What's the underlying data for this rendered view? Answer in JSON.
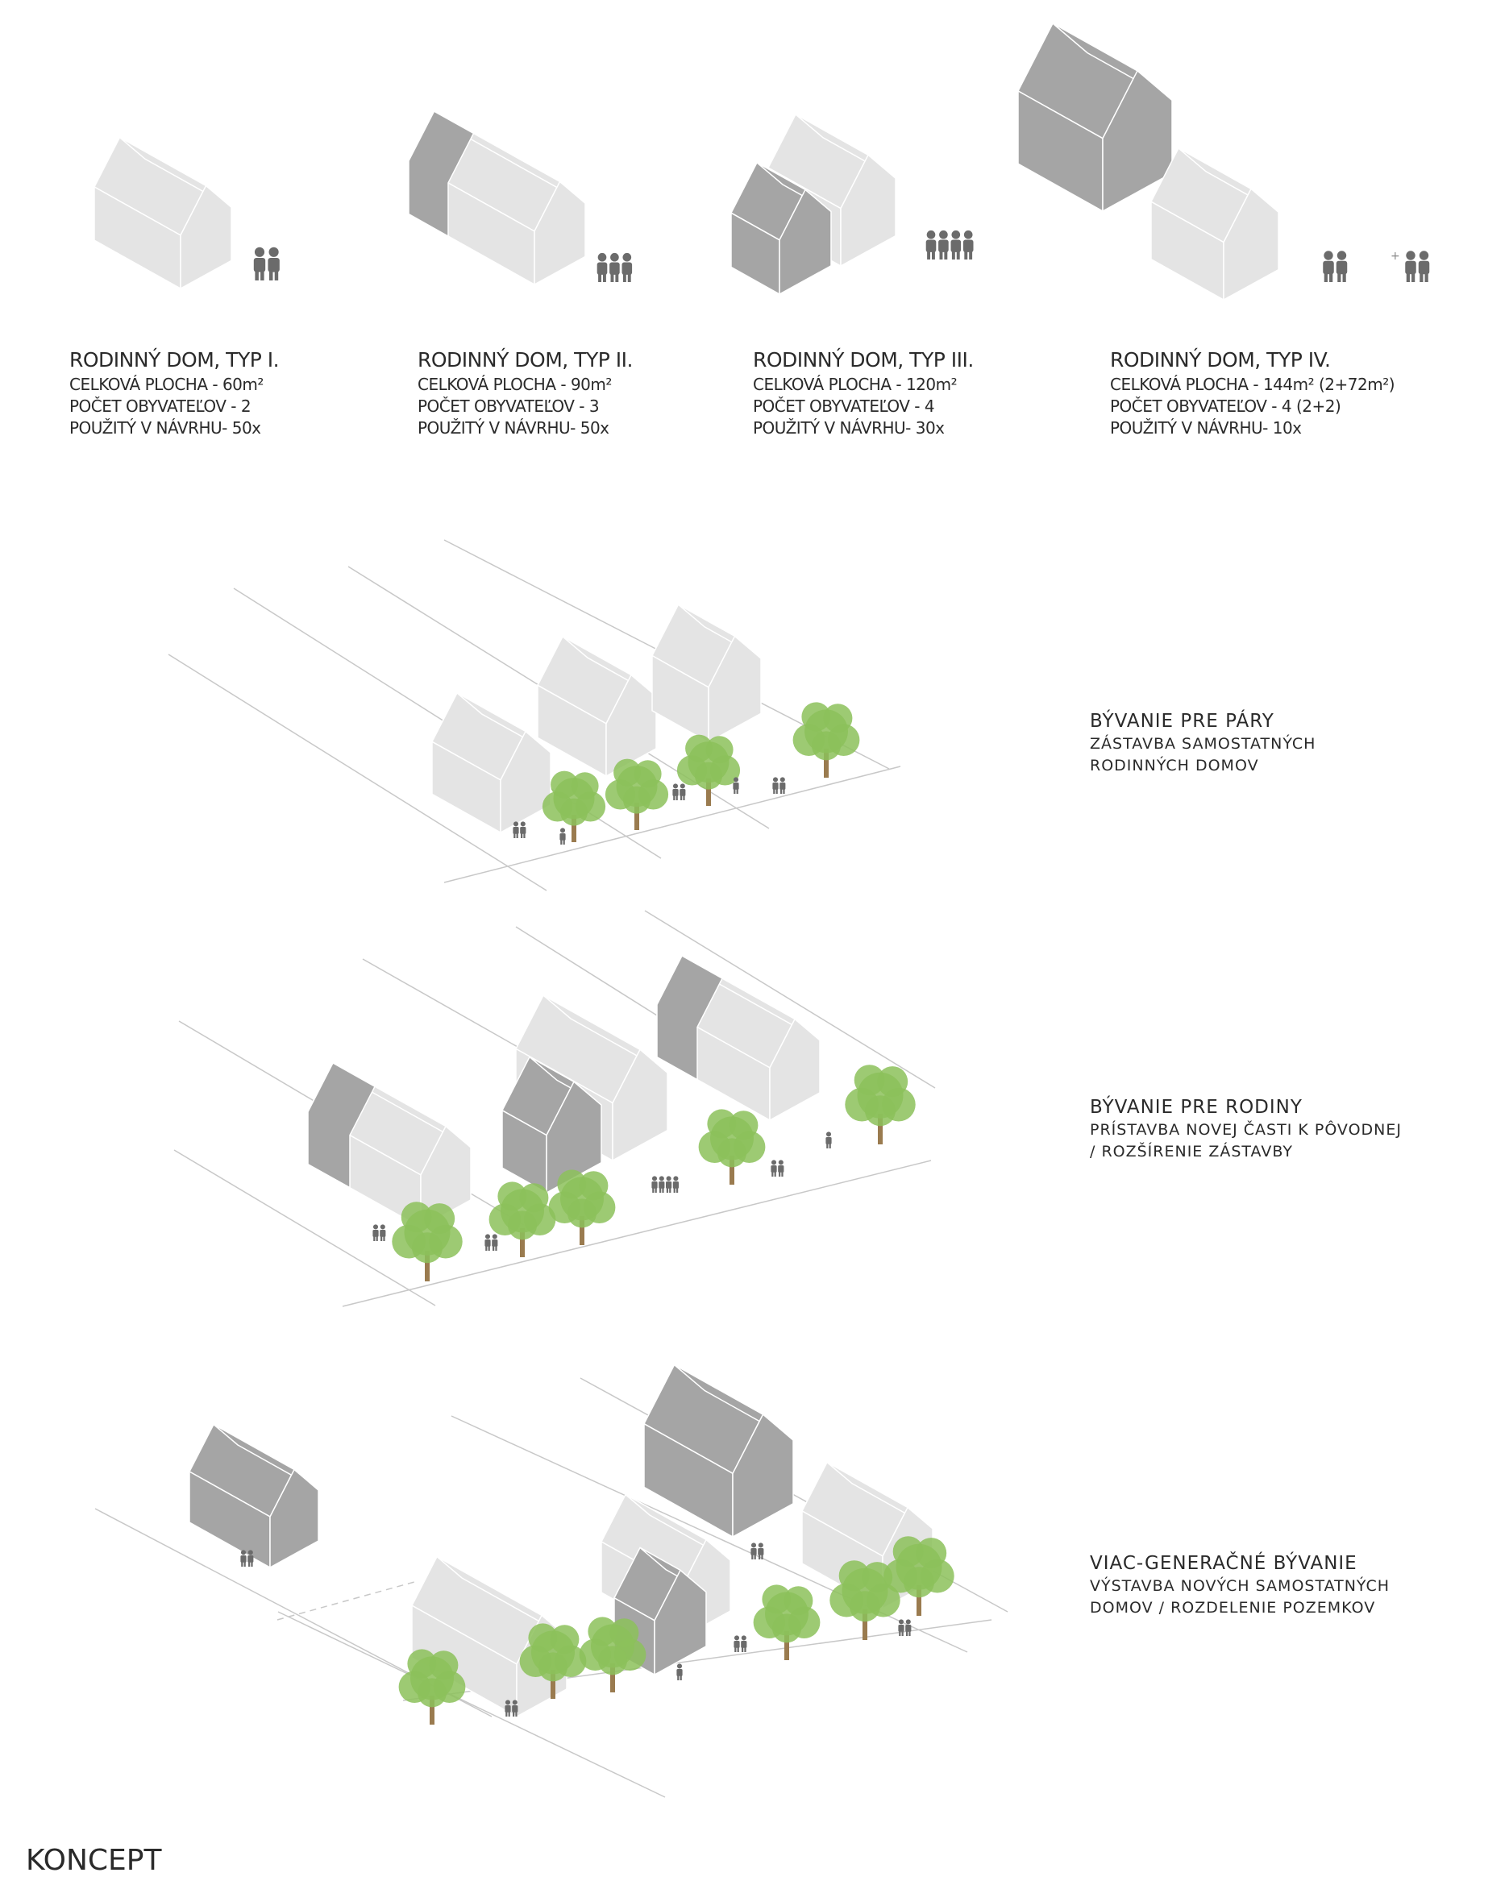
{
  "house_types": [
    {
      "title": "RODINNÝ DOM, TYP I.",
      "area": "CELKOVÁ PLOCHA - 60m²",
      "residents": "POČET OBYVATEĽOV - 2",
      "used": "POUŽITÝ V NÁVRHU- 50x"
    },
    {
      "title": "RODINNÝ DOM, TYP II.",
      "area": "CELKOVÁ PLOCHA - 90m²",
      "residents": "POČET OBYVATEĽOV - 3",
      "used": "POUŽITÝ V NÁVRHU- 50x"
    },
    {
      "title": "RODINNÝ DOM, TYP III.",
      "area": "CELKOVÁ PLOCHA - 120m²",
      "residents": "POČET OBYVATEĽOV - 4",
      "used": "POUŽITÝ V NÁVRHU- 30x"
    },
    {
      "title": "RODINNÝ DOM, TYP IV.",
      "area": "CELKOVÁ PLOCHA - 144m² (2+72m²)",
      "residents": "POČET OBYVATEĽOV - 4 (2+2)",
      "used": "POUŽITÝ V NÁVRHU- 10x"
    }
  ],
  "scenes": [
    {
      "title": "BÝVANIE PRE PÁRY",
      "line1": "ZÁSTAVBA SAMOSTATNÝCH",
      "line2": "RODINNÝCH DOMOV"
    },
    {
      "title": "BÝVANIE PRE RODINY",
      "line1": "PRÍSTAVBA NOVEJ ČASTI K PÔVODNEJ",
      "line2": "/ ROZŠÍRENIE ZÁSTAVBY"
    },
    {
      "title": "VIAC-GENERAČNÉ BÝVANIE",
      "line1": "VÝSTAVBA NOVÝCH SAMOSTATNÝCH",
      "line2": "DOMOV / ROZDELENIE POZEMKOV"
    }
  ],
  "plus_sign": "+",
  "footer": "KONCEPT",
  "colors": {
    "light": "#e4e4e4",
    "dark": "#a5a5a5",
    "tree": "#8cc15a",
    "trunk": "#9a7b4f",
    "person": "#6b6b6b",
    "line": "#c8c8c8"
  }
}
